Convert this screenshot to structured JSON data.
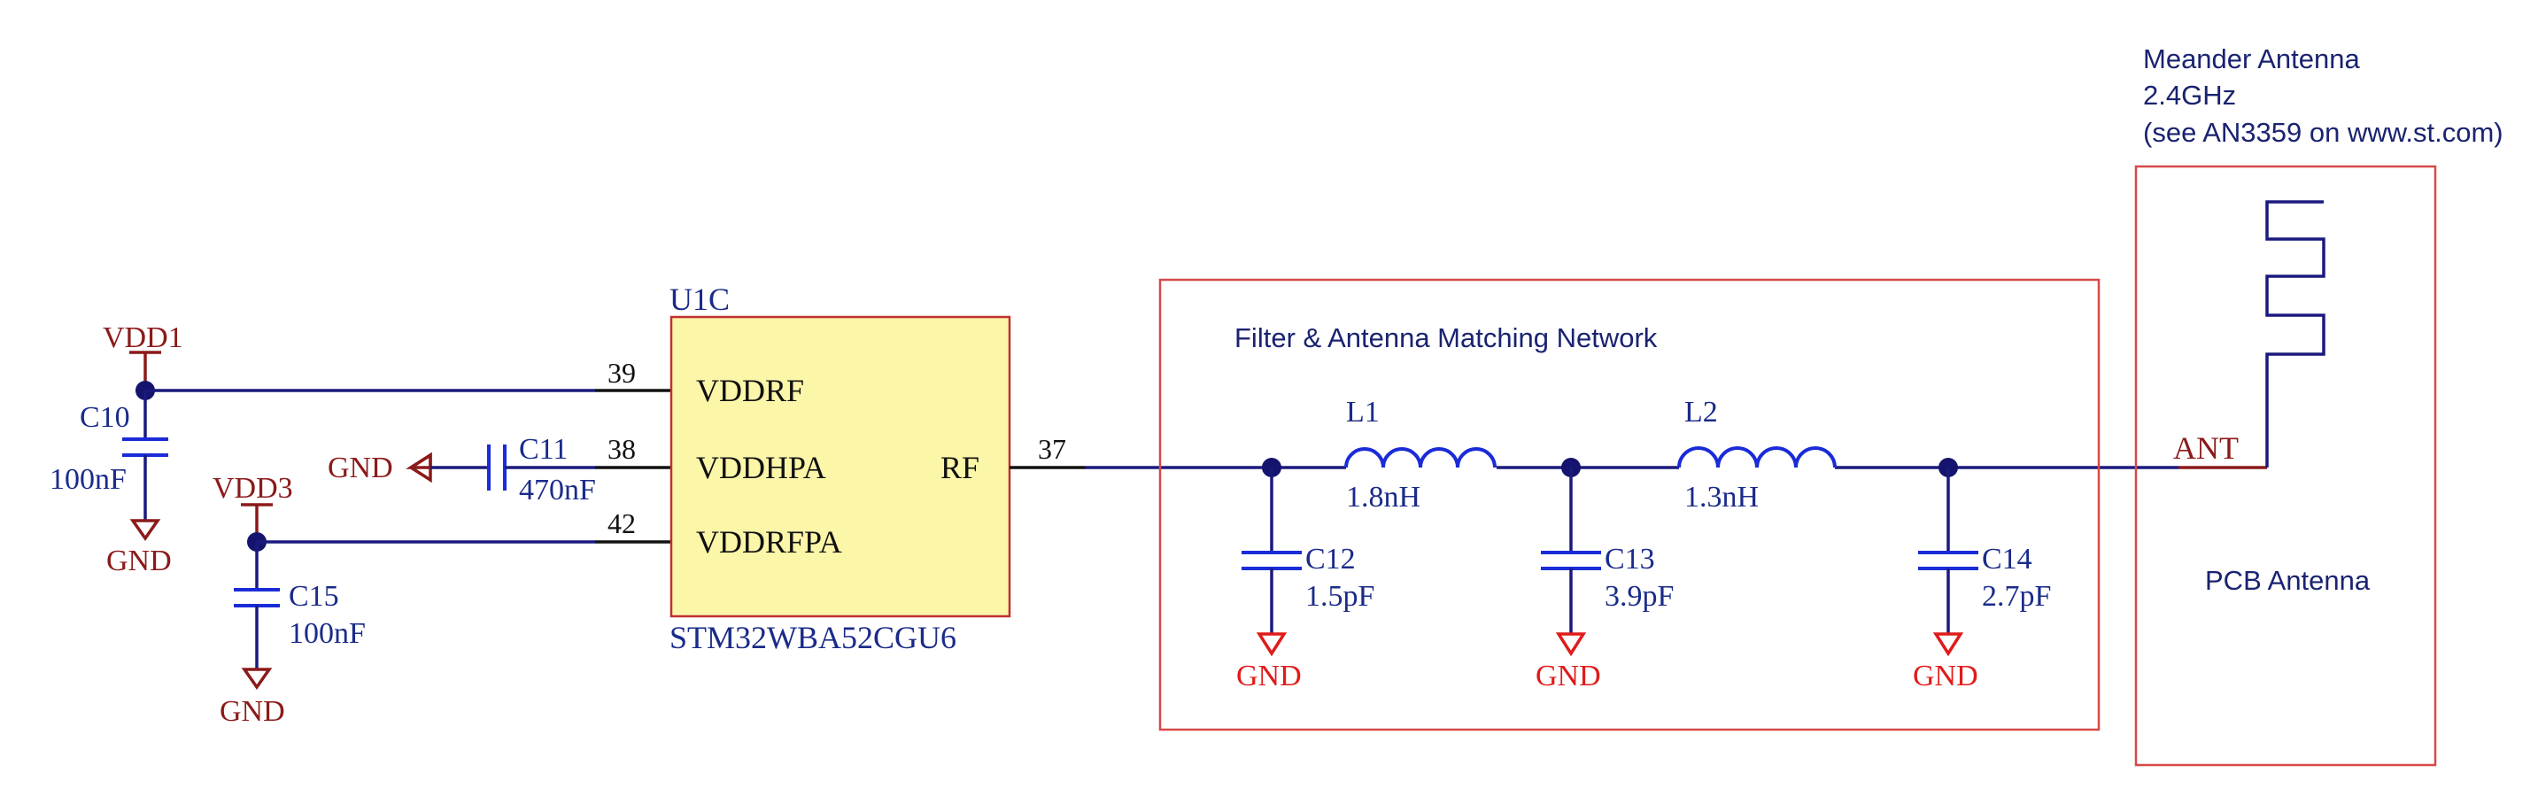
{
  "chip": {
    "ref": "U1C",
    "part": "STM32WBA52CGU6",
    "pins": [
      {
        "name": "VDDRF",
        "number": "39"
      },
      {
        "name": "VDDHPA",
        "number": "38"
      },
      {
        "name": "VDDRFPA",
        "number": "42"
      },
      {
        "name": "RF",
        "number": "37"
      }
    ]
  },
  "power": {
    "vdd1": "VDD1",
    "vdd3": "VDD3"
  },
  "ground_label": "GND",
  "capacitors": {
    "c10": {
      "ref": "C10",
      "value": "100nF"
    },
    "c11": {
      "ref": "C11",
      "value": "470nF"
    },
    "c15": {
      "ref": "C15",
      "value": "100nF"
    },
    "c12": {
      "ref": "C12",
      "value": "1.5pF"
    },
    "c13": {
      "ref": "C13",
      "value": "3.9pF"
    },
    "c14": {
      "ref": "C14",
      "value": "2.7pF"
    }
  },
  "inductors": {
    "l1": {
      "ref": "L1",
      "value": "1.8nH"
    },
    "l2": {
      "ref": "L2",
      "value": "1.3nH"
    }
  },
  "filter_network": {
    "title": "Filter & Antenna Matching Network"
  },
  "antenna": {
    "net_label": "ANT",
    "box_label": "PCB Antenna",
    "note_lines": [
      "Meander Antenna",
      "2.4GHz",
      "(see AN3359 on www.st.com)"
    ]
  },
  "colors": {
    "wire": "#1a1a7e",
    "component": "#1a2bd8",
    "power_label": "#8b1a1a",
    "ground_red": "#e01b1b",
    "chip_fill": "#fbf6a8",
    "box_outline": "#d84848"
  }
}
